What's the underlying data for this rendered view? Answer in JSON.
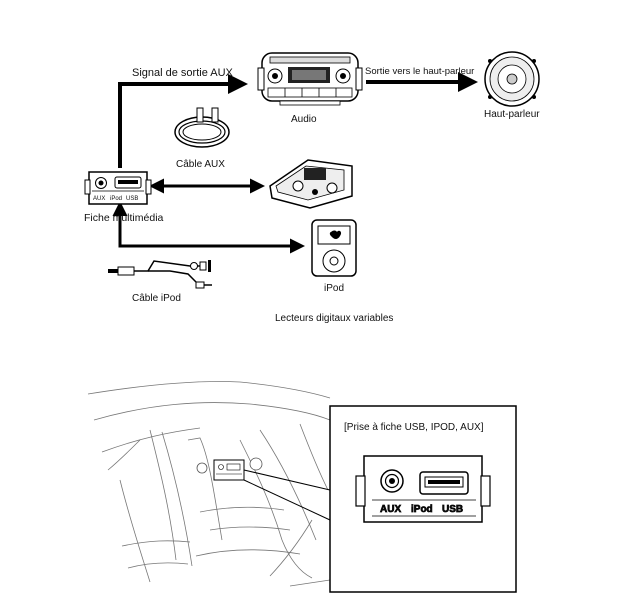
{
  "top": {
    "aux_signal": "Signal de sortie AUX",
    "audio": "Audio",
    "speaker_out": "Sortie vers le haut-parleur",
    "speaker": "Haut-parleur",
    "aux_cable": "Câble AUX",
    "multimedia_jack": "Fiche multimédia",
    "ipod_cable": "Câble iPod",
    "ipod": "iPod",
    "players": "Lecteurs digitaux variables",
    "jack_ports": [
      "AUX",
      "iPod",
      "USB"
    ]
  },
  "bottom": {
    "callout_title": "[Prise à fiche USB, IPOD, AUX]",
    "ports": [
      "AUX",
      "iPod",
      "USB"
    ]
  }
}
